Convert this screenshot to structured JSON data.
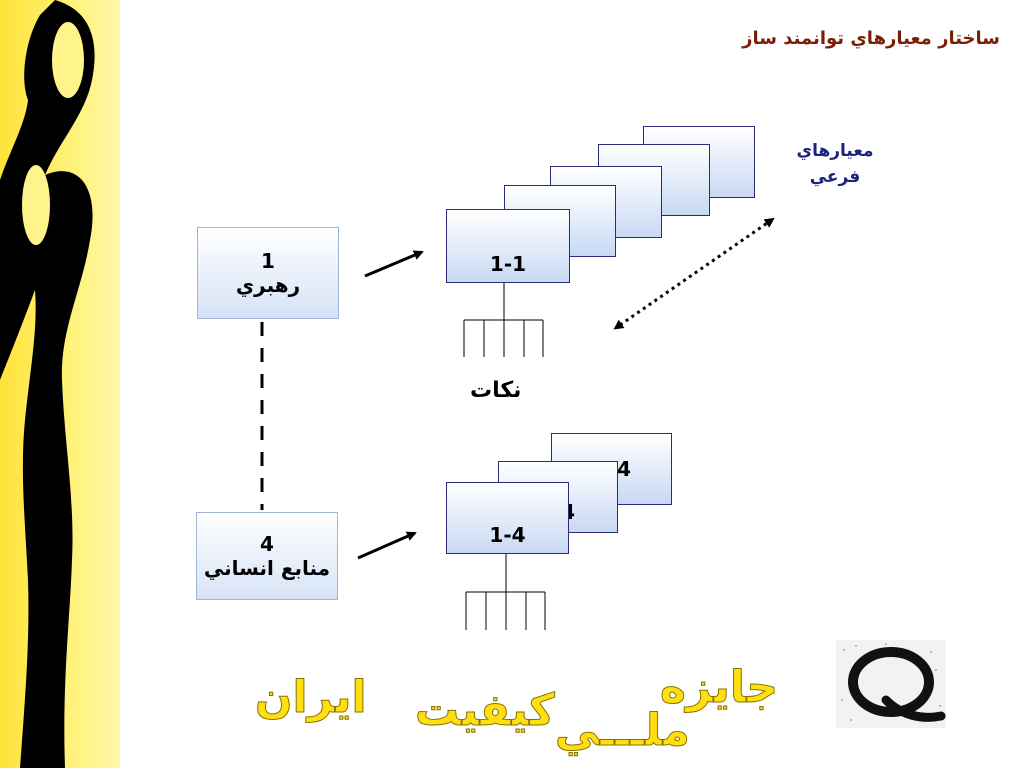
{
  "title": "ساختار معيارهاي توانمند ساز",
  "sub_criteria_label": "معيارهاي فرعي",
  "nokat_label": "نكات",
  "criteria": [
    {
      "number": "1",
      "name": "رهبري"
    },
    {
      "number": "4",
      "name": "منابع انساني"
    }
  ],
  "sub_boxes": {
    "top_front": "1-1",
    "bottom_front": "1-4",
    "bottom_back_digit": "4",
    "bottom_mid_digit": "4"
  },
  "footer": {
    "word1": "جايزه",
    "word2": "ملـــي",
    "word3": "كيفيت",
    "word4": "ايران"
  },
  "colors": {
    "title": "#7a1f05",
    "sub_label": "#1a237e",
    "sidebar": "#ffe23a",
    "footer_text": "#ffdf10"
  },
  "icons": [
    "decorative-figures-icon",
    "q-logo-icon"
  ]
}
